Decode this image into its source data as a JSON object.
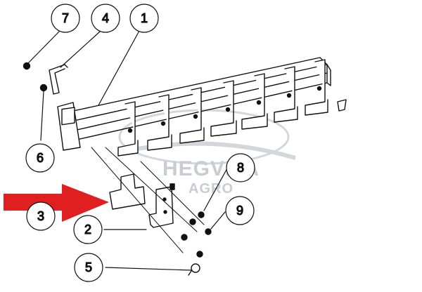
{
  "watermark": {
    "brand": "HEGVITA",
    "sub": "AGRO",
    "color": "#c9ccd2"
  },
  "arrow_color": "#e02020",
  "callouts": [
    {
      "id": "c7",
      "label": "7"
    },
    {
      "id": "c4",
      "label": "4"
    },
    {
      "id": "c1",
      "label": "1"
    },
    {
      "id": "c6",
      "label": "6"
    },
    {
      "id": "c8",
      "label": "8"
    },
    {
      "id": "c3",
      "label": "3"
    },
    {
      "id": "c9",
      "label": "9"
    },
    {
      "id": "c2",
      "label": "2"
    },
    {
      "id": "c5",
      "label": "5"
    }
  ]
}
